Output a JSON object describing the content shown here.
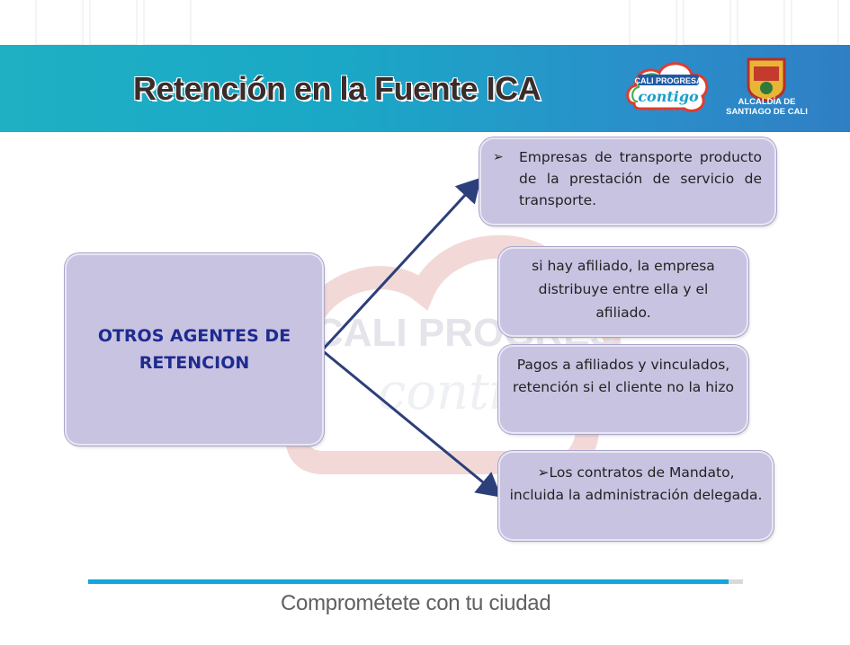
{
  "header": {
    "title": "Retención en la Fuente ICA",
    "logo_cali_top": "CALI PROGRESA",
    "logo_cali_bottom": "contigo",
    "alcaldia_line1": "ALCALDÍA DE",
    "alcaldia_line2": "SANTIAGO DE CALI"
  },
  "diagram": {
    "main_node": "OTROS AGENTES DE RETENCION",
    "branch_1_bullet": "➢",
    "branch_1": "Empresas de transporte producto de la prestación de servicio de transporte.",
    "branch_2": "si hay afiliado, la empresa distribuye entre ella y el afiliado.",
    "branch_3": "Pagos a afiliados y vinculados, retención si el cliente no la hizo",
    "branch_4": "➢Los contratos de Mandato, incluida la administración delegada."
  },
  "watermark": {
    "text_top": "CALI PROGRESA",
    "text_bottom": "contigo"
  },
  "footer": {
    "slogan": "Comprométete con tu ciudad"
  },
  "colors": {
    "banner": "#1fb0c4",
    "node_fill": "#c9c3e2",
    "main_text": "#1e2b8f",
    "arrow": "#2c3f7a",
    "footer_line": "#13a6dd"
  }
}
